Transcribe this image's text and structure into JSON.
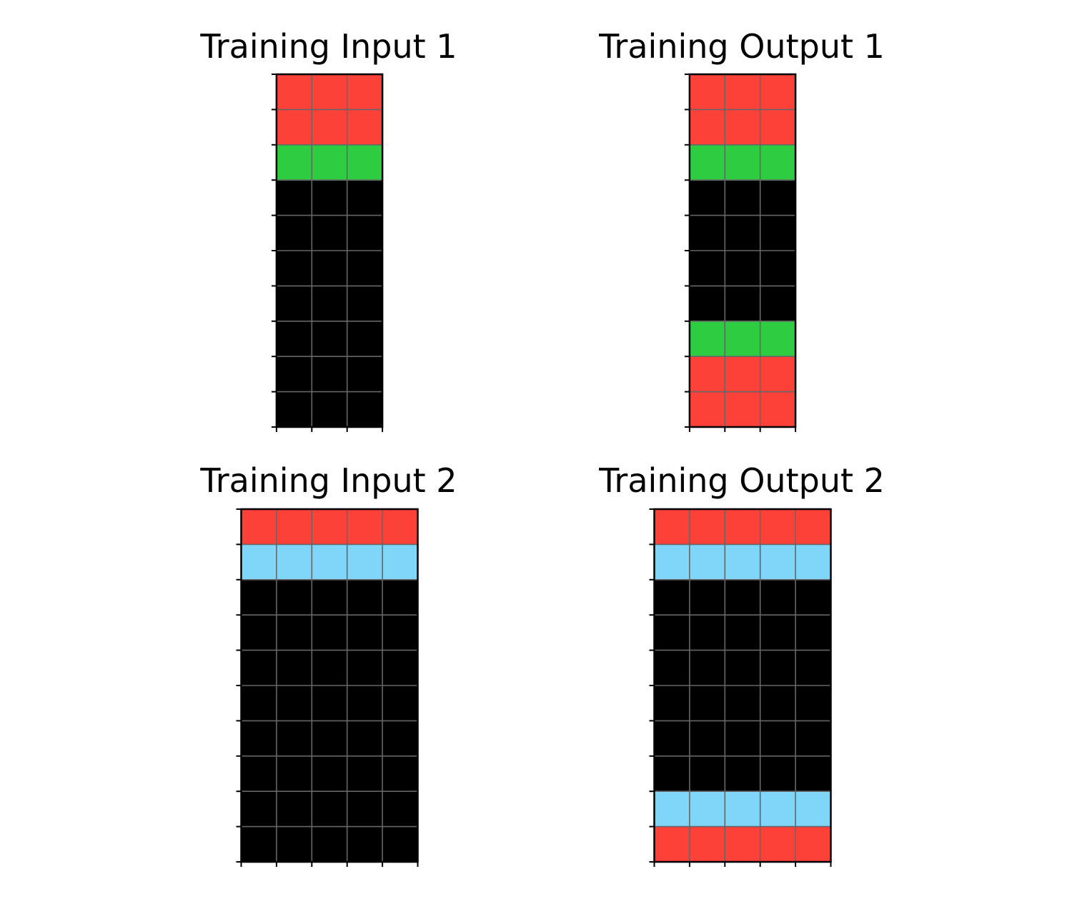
{
  "palette": {
    "0": "#000000",
    "2": "#fc4139",
    "3": "#2ecc40",
    "8": "#7fd6f8"
  },
  "grid_line_color": "#666666",
  "border_color": "#000000",
  "panels": [
    {
      "title": "Training Input 1",
      "grid": [
        [
          2,
          2,
          2
        ],
        [
          2,
          2,
          2
        ],
        [
          3,
          3,
          3
        ],
        [
          0,
          0,
          0
        ],
        [
          0,
          0,
          0
        ],
        [
          0,
          0,
          0
        ],
        [
          0,
          0,
          0
        ],
        [
          0,
          0,
          0
        ],
        [
          0,
          0,
          0
        ],
        [
          0,
          0,
          0
        ]
      ]
    },
    {
      "title": "Training Output 1",
      "grid": [
        [
          2,
          2,
          2
        ],
        [
          2,
          2,
          2
        ],
        [
          3,
          3,
          3
        ],
        [
          0,
          0,
          0
        ],
        [
          0,
          0,
          0
        ],
        [
          0,
          0,
          0
        ],
        [
          0,
          0,
          0
        ],
        [
          3,
          3,
          3
        ],
        [
          2,
          2,
          2
        ],
        [
          2,
          2,
          2
        ]
      ]
    },
    {
      "title": "Training Input 2",
      "grid": [
        [
          2,
          2,
          2,
          2,
          2
        ],
        [
          8,
          8,
          8,
          8,
          8
        ],
        [
          0,
          0,
          0,
          0,
          0
        ],
        [
          0,
          0,
          0,
          0,
          0
        ],
        [
          0,
          0,
          0,
          0,
          0
        ],
        [
          0,
          0,
          0,
          0,
          0
        ],
        [
          0,
          0,
          0,
          0,
          0
        ],
        [
          0,
          0,
          0,
          0,
          0
        ],
        [
          0,
          0,
          0,
          0,
          0
        ],
        [
          0,
          0,
          0,
          0,
          0
        ]
      ]
    },
    {
      "title": "Training Output 2",
      "grid": [
        [
          2,
          2,
          2,
          2,
          2
        ],
        [
          8,
          8,
          8,
          8,
          8
        ],
        [
          0,
          0,
          0,
          0,
          0
        ],
        [
          0,
          0,
          0,
          0,
          0
        ],
        [
          0,
          0,
          0,
          0,
          0
        ],
        [
          0,
          0,
          0,
          0,
          0
        ],
        [
          0,
          0,
          0,
          0,
          0
        ],
        [
          0,
          0,
          0,
          0,
          0
        ],
        [
          8,
          8,
          8,
          8,
          8
        ],
        [
          2,
          2,
          2,
          2,
          2
        ]
      ]
    }
  ]
}
